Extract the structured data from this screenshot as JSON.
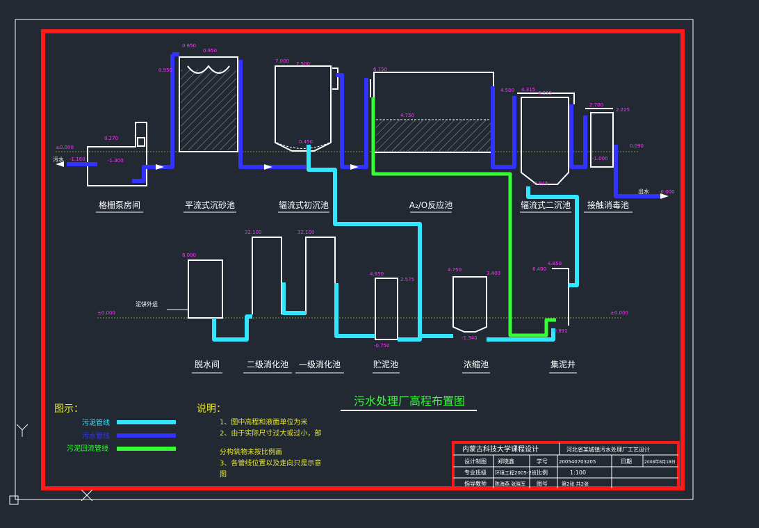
{
  "title": "污水处理厂高程布置图",
  "inlet_label": "污水",
  "outlet_label": "出水",
  "sludge_out_label": "泥饼外运",
  "units_top": [
    {
      "name": "格栅泵房间"
    },
    {
      "name": "平流式沉砂池"
    },
    {
      "name": "辐流式初沉池"
    },
    {
      "name": "A₂/O反应池"
    },
    {
      "name": "辐流式二沉池"
    },
    {
      "name": "接触消毒池"
    }
  ],
  "units_bottom": [
    {
      "name": "脱水间"
    },
    {
      "name": "二级消化池"
    },
    {
      "name": "一级消化池"
    },
    {
      "name": "贮泥池"
    },
    {
      "name": "浓缩池"
    },
    {
      "name": "集泥井"
    }
  ],
  "elevations": {
    "inlet": "±0.000",
    "screen_top": "0.270",
    "screen_water": "-1.160",
    "screen_low": "-1.300",
    "grit_top": "0.950",
    "grit_a": "0.850",
    "grit_b": "0.950",
    "prim_a": "7.000",
    "prim_b": "7.500",
    "prim_low": "0.450",
    "ao_a": "6.750",
    "ao_b": "4.750",
    "ao_c": "4.500",
    "sec_a": "4.315",
    "sec_b": "4.215",
    "sec_low": "-0.845",
    "dis_a": "2.700",
    "dis_b": "2.225",
    "dis_c": "-1.000",
    "outlet_a": "0.090",
    "outlet_b": "-0.000",
    "dew": "6.000",
    "dig2": "32.100",
    "dig1": "32.100",
    "store_a": "4.850",
    "store_b": "2.575",
    "store_low": "-0.750",
    "thick_a": "4.750",
    "thick_b": "3.400",
    "thick_low": "-1.340",
    "well_a": "4.850",
    "well_b": "6.400",
    "well_low": "-0.891",
    "ground_l": "±0.000",
    "ground_r": "±0.000"
  },
  "legend": {
    "title": "图示：",
    "items": [
      {
        "label": "污泥管线",
        "color": "#33e6ff"
      },
      {
        "label": "污水管线",
        "color": "#3333ff"
      },
      {
        "label": "污泥回流管线",
        "color": "#33ff33"
      }
    ]
  },
  "notes": {
    "title": "说明：",
    "lines": [
      "1、图中高程和液面单位为米",
      "2、由于实际尺寸过大或过小，部",
      "   分构筑物未按比例画",
      "3、各管线位置以及走向只是示意",
      "   图"
    ]
  },
  "title_block": {
    "school": "内蒙古科技大学课程设计",
    "project": "河北省某城镇污水处理厂工艺设计",
    "rows": [
      [
        "设计制图",
        "郑晓鑫",
        "学号",
        "200540703205",
        "日期",
        "2008年8月18日"
      ],
      [
        "专业班级",
        "环境工程2005-2班",
        "比例",
        "1:100",
        "",
        ""
      ],
      [
        "指导教师",
        "陈海燕 张晓军",
        "图号",
        "第2张 共2张",
        "",
        ""
      ]
    ]
  },
  "colors": {
    "sludge": "#33e6ff",
    "sewage": "#3333ff",
    "return": "#33ff33",
    "frame": "#ff1a1a",
    "elev": "#ff33ff"
  }
}
